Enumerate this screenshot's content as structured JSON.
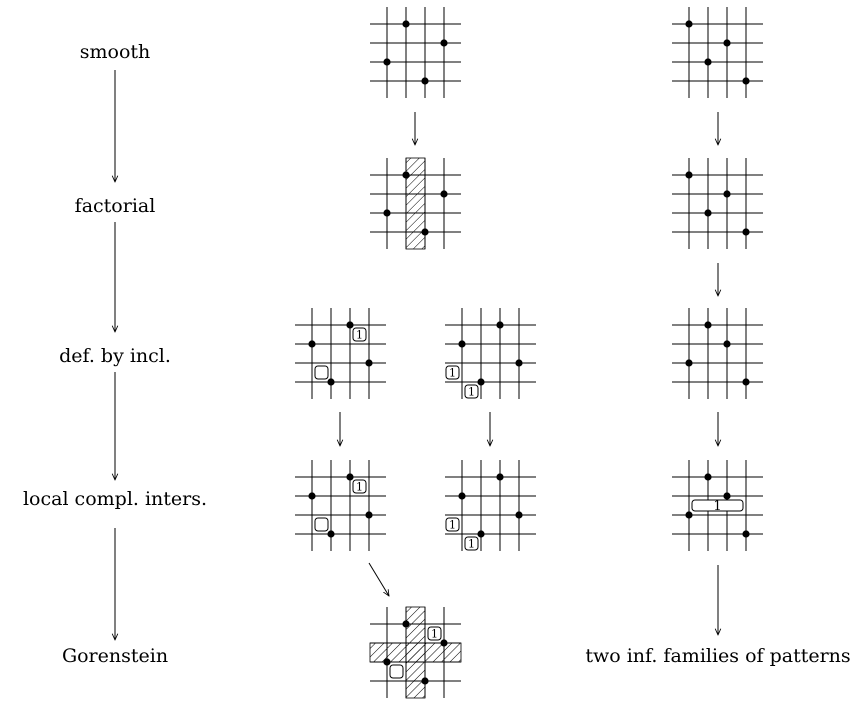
{
  "diagram": {
    "left_labels": [
      "smooth",
      "factorial",
      "def. by incl.",
      "local compl. inters.",
      "Gorenstein"
    ],
    "bottom_right_label": "two inf. families of patterns",
    "box_label": "1",
    "pattern_a": [
      2,
      4,
      1,
      3
    ],
    "pattern_b": [
      4,
      2,
      3,
      1
    ],
    "pattern_c": [
      3,
      1,
      4,
      2
    ],
    "pattern_d": [
      2,
      4,
      3,
      1
    ]
  }
}
